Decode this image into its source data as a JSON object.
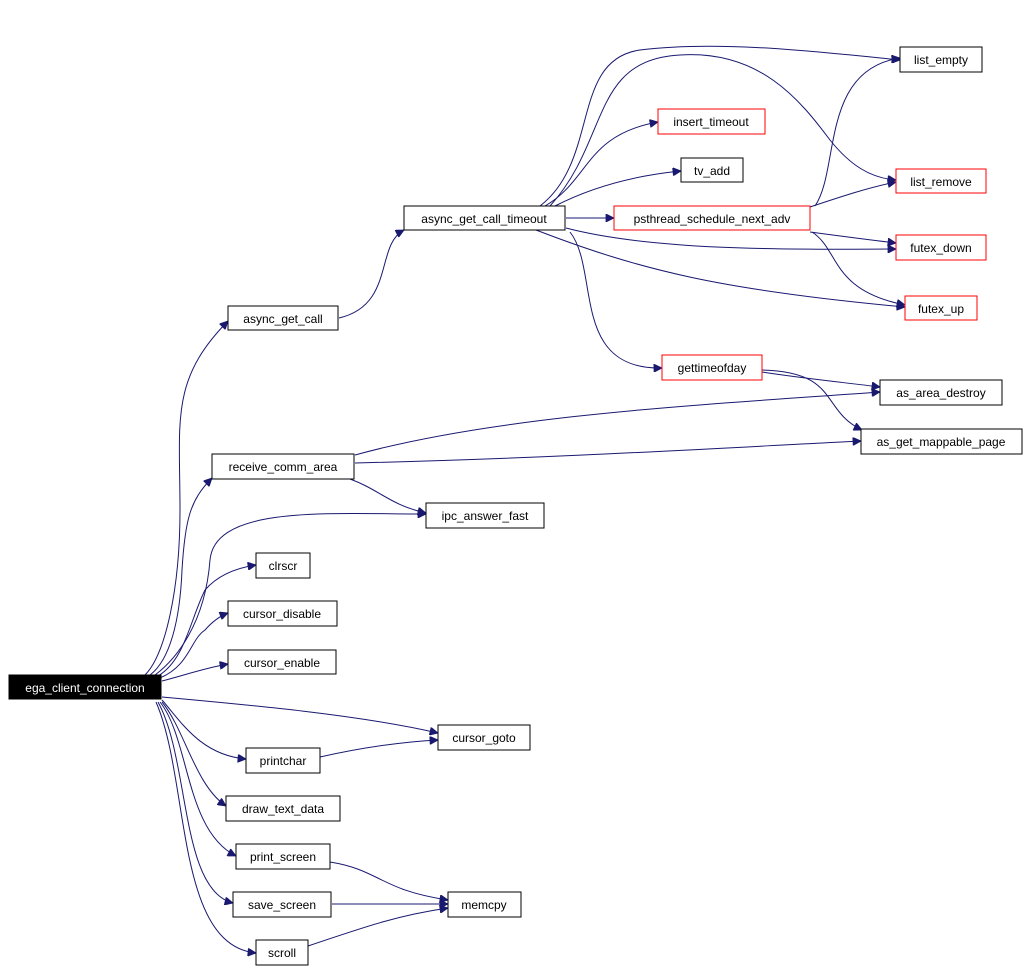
{
  "graph": {
    "colors": {
      "edge": "#191970",
      "normal_border": "#000000",
      "highlight_border": "#ff0000",
      "root_fill": "#000000",
      "root_text": "#ffffff"
    },
    "nodes": {
      "ega_client_connection": {
        "label": "ega_client_connection",
        "style": "root"
      },
      "async_get_call": {
        "label": "async_get_call",
        "style": "normal"
      },
      "async_get_call_timeout": {
        "label": "async_get_call_timeout",
        "style": "normal"
      },
      "list_empty": {
        "label": "list_empty",
        "style": "normal"
      },
      "insert_timeout": {
        "label": "insert_timeout",
        "style": "red"
      },
      "tv_add": {
        "label": "tv_add",
        "style": "normal"
      },
      "list_remove": {
        "label": "list_remove",
        "style": "red"
      },
      "psthread_schedule_next_adv": {
        "label": "psthread_schedule_next_adv",
        "style": "red"
      },
      "futex_down": {
        "label": "futex_down",
        "style": "red"
      },
      "futex_up": {
        "label": "futex_up",
        "style": "red"
      },
      "gettimeofday": {
        "label": "gettimeofday",
        "style": "red"
      },
      "as_area_destroy": {
        "label": "as_area_destroy",
        "style": "normal"
      },
      "as_get_mappable_page": {
        "label": "as_get_mappable_page",
        "style": "normal"
      },
      "receive_comm_area": {
        "label": "receive_comm_area",
        "style": "normal"
      },
      "ipc_answer_fast": {
        "label": "ipc_answer_fast",
        "style": "normal"
      },
      "clrscr": {
        "label": "clrscr",
        "style": "normal"
      },
      "cursor_disable": {
        "label": "cursor_disable",
        "style": "normal"
      },
      "cursor_enable": {
        "label": "cursor_enable",
        "style": "normal"
      },
      "cursor_goto": {
        "label": "cursor_goto",
        "style": "normal"
      },
      "printchar": {
        "label": "printchar",
        "style": "normal"
      },
      "draw_text_data": {
        "label": "draw_text_data",
        "style": "normal"
      },
      "print_screen": {
        "label": "print_screen",
        "style": "normal"
      },
      "memcpy": {
        "label": "memcpy",
        "style": "normal"
      },
      "save_screen": {
        "label": "save_screen",
        "style": "normal"
      },
      "scroll": {
        "label": "scroll",
        "style": "normal"
      }
    },
    "edges": [
      [
        "ega_client_connection",
        "async_get_call"
      ],
      [
        "ega_client_connection",
        "receive_comm_area"
      ],
      [
        "ega_client_connection",
        "ipc_answer_fast"
      ],
      [
        "ega_client_connection",
        "clrscr"
      ],
      [
        "ega_client_connection",
        "cursor_disable"
      ],
      [
        "ega_client_connection",
        "cursor_enable"
      ],
      [
        "ega_client_connection",
        "cursor_goto"
      ],
      [
        "ega_client_connection",
        "printchar"
      ],
      [
        "ega_client_connection",
        "draw_text_data"
      ],
      [
        "ega_client_connection",
        "print_screen"
      ],
      [
        "ega_client_connection",
        "save_screen"
      ],
      [
        "ega_client_connection",
        "scroll"
      ],
      [
        "async_get_call",
        "async_get_call_timeout"
      ],
      [
        "async_get_call_timeout",
        "list_empty"
      ],
      [
        "async_get_call_timeout",
        "insert_timeout"
      ],
      [
        "async_get_call_timeout",
        "tv_add"
      ],
      [
        "async_get_call_timeout",
        "list_remove"
      ],
      [
        "async_get_call_timeout",
        "psthread_schedule_next_adv"
      ],
      [
        "async_get_call_timeout",
        "futex_down"
      ],
      [
        "async_get_call_timeout",
        "futex_up"
      ],
      [
        "async_get_call_timeout",
        "gettimeofday"
      ],
      [
        "psthread_schedule_next_adv",
        "list_empty"
      ],
      [
        "psthread_schedule_next_adv",
        "list_remove"
      ],
      [
        "psthread_schedule_next_adv",
        "futex_down"
      ],
      [
        "psthread_schedule_next_adv",
        "futex_up"
      ],
      [
        "gettimeofday",
        "as_area_destroy"
      ],
      [
        "gettimeofday",
        "as_get_mappable_page"
      ],
      [
        "receive_comm_area",
        "as_area_destroy"
      ],
      [
        "receive_comm_area",
        "as_get_mappable_page"
      ],
      [
        "receive_comm_area",
        "ipc_answer_fast"
      ],
      [
        "printchar",
        "cursor_goto"
      ],
      [
        "print_screen",
        "memcpy"
      ],
      [
        "save_screen",
        "memcpy"
      ],
      [
        "scroll",
        "memcpy"
      ]
    ]
  }
}
